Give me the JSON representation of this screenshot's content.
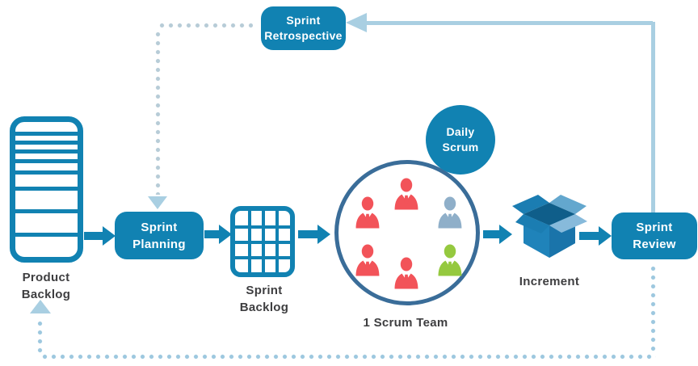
{
  "diagram": {
    "nodes": {
      "product_backlog": {
        "line1": "Product",
        "line2": "Backlog"
      },
      "sprint_planning": {
        "line1": "Sprint",
        "line2": "Planning"
      },
      "sprint_backlog": {
        "line1": "Sprint",
        "line2": "Backlog"
      },
      "daily_scrum": {
        "line1": "Daily",
        "line2": "Scrum"
      },
      "scrum_team": {
        "label": "1 Scrum Team"
      },
      "increment": {
        "label": "Increment"
      },
      "sprint_review": {
        "line1": "Sprint",
        "line2": "Review"
      },
      "sprint_retrospective": {
        "line1": "Sprint",
        "line2": "Retrospective"
      }
    },
    "team": {
      "members": [
        "red",
        "red",
        "slate",
        "red",
        "red",
        "green"
      ]
    },
    "colors": {
      "primary_blue": "#1182b2",
      "team_circle_border": "#3a6d99",
      "light_blue": "#a9cfe2",
      "dot_gray_blue": "#b7ccd7",
      "dot_light_blue": "#9dc8df",
      "label_text": "#3e3e40",
      "person_red": "#f25359",
      "person_slate": "#8fafc9",
      "person_green": "#95c93f",
      "box_dark": "#1b7db2",
      "box_light": "#63a7ce",
      "box_lighter": "#87badb",
      "box_inner": "#0f5e8a",
      "box_body": "#1f83ba",
      "box_shade": "#1a74aa"
    }
  }
}
